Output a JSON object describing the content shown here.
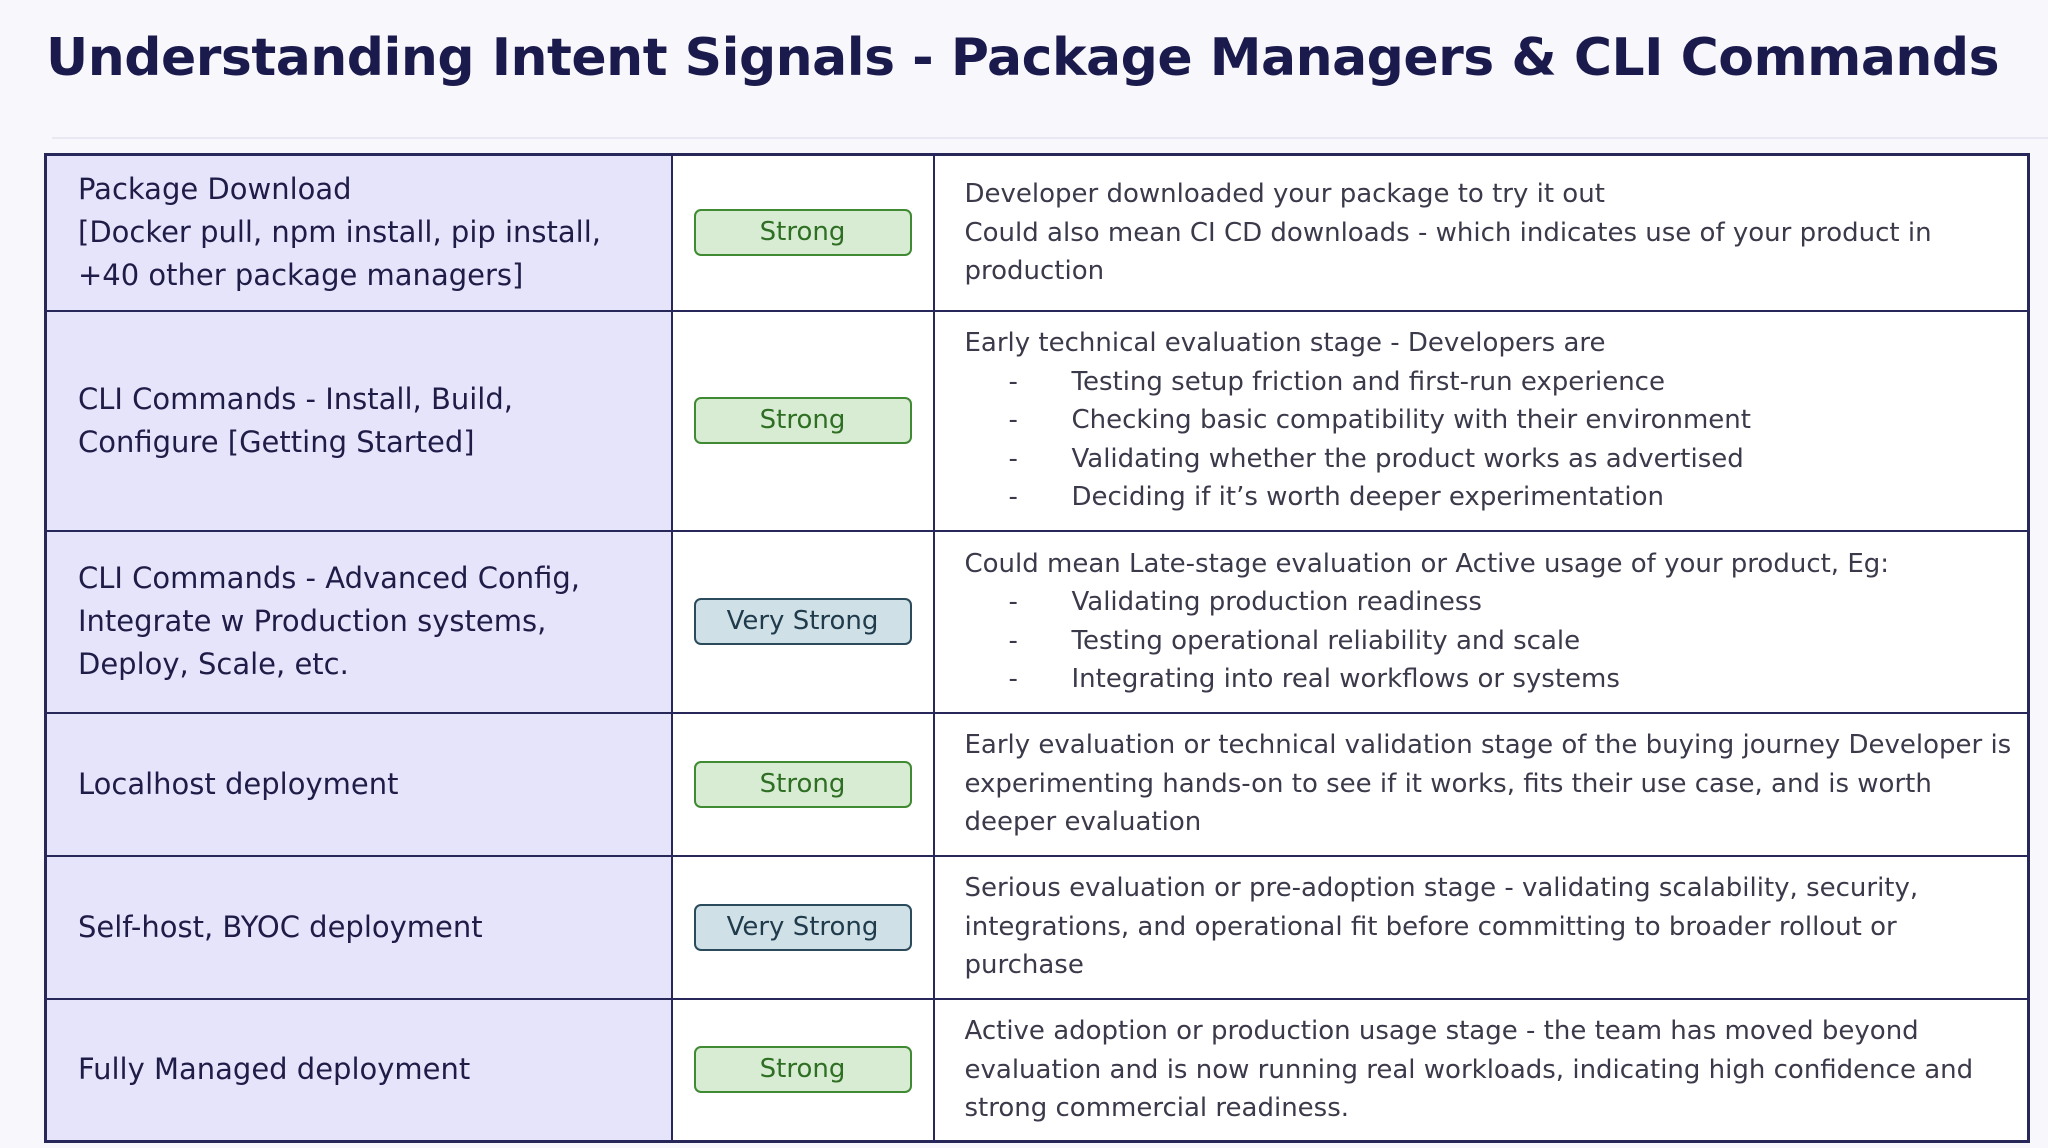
{
  "title": "Understanding Intent Signals - Package Managers & CLI Commands",
  "colors": {
    "title": "#1b1a4c",
    "name_cell_bg": "#e6e4fb",
    "border": "#28275a",
    "strong_bg": "#d8ecd3",
    "strong_border": "#3f8a33",
    "strong_text": "#2f6f24",
    "very_strong_bg": "#cfe0e6",
    "very_strong_border": "#2b4b5c",
    "very_strong_text": "#1f3b4c"
  },
  "rows": [
    {
      "name_lines": [
        "Package Download",
        "[Docker pull, npm install, pip install,",
        "+40 other package managers]"
      ],
      "strength": "Strong",
      "description_lines": [
        "Developer downloaded your package to try it out",
        "Could also mean CI CD downloads - which indicates use of your product in",
        "production"
      ],
      "bullets": []
    },
    {
      "name_lines": [
        "CLI Commands - Install, Build,",
        "Configure [Getting Started]"
      ],
      "strength": "Strong",
      "description_lines": [
        "Early technical evaluation stage - Developers are"
      ],
      "bullets": [
        "Testing setup friction and first-run experience",
        "Checking basic compatibility with their environment",
        "Validating whether the product works as advertised",
        "Deciding if it’s worth deeper experimentation"
      ]
    },
    {
      "name_lines": [
        "CLI Commands - Advanced Config,",
        "Integrate w Production systems,",
        "Deploy, Scale, etc."
      ],
      "strength": "Very Strong",
      "description_lines": [
        "Could mean Late-stage evaluation or Active usage of your product, Eg:"
      ],
      "bullets": [
        "Validating production readiness",
        "Testing operational reliability and scale",
        "Integrating into real workflows or systems"
      ]
    },
    {
      "name_lines": [
        "Localhost deployment"
      ],
      "strength": "Strong",
      "description_lines": [
        "Early evaluation or technical validation stage of the buying journey Developer is",
        "experimenting hands-on to see if it works, fits their use case, and is worth",
        "deeper evaluation"
      ],
      "bullets": []
    },
    {
      "name_lines": [
        "Self-host, BYOC deployment"
      ],
      "strength": "Very Strong",
      "description_lines": [
        "Serious evaluation or pre-adoption stage - validating scalability, security,",
        "integrations, and operational fit before committing to broader rollout or",
        "purchase"
      ],
      "bullets": []
    },
    {
      "name_lines": [
        "Fully Managed deployment"
      ],
      "strength": "Strong",
      "description_lines": [
        "Active adoption or production usage stage - the team has moved beyond",
        "evaluation and is now running real workloads, indicating high confidence and",
        "strong commercial readiness."
      ],
      "bullets": []
    }
  ]
}
